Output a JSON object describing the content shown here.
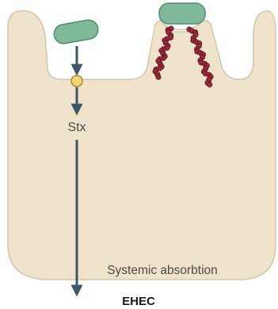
{
  "diagram": {
    "labels": {
      "toxin": "Stx",
      "absorption": "Systemic absorbtion",
      "title": "EHEC"
    },
    "colors": {
      "cell_fill": "#f0e3cc",
      "cell_stroke": "#d3c6ad",
      "bacterium_fill": "#7fb99a",
      "bacterium_stroke": "#4f8e6c",
      "actin_fill": "#9a2a3a",
      "actin_stroke": "#5e1622",
      "arrow": "#3f5666",
      "receptor_fill": "#f6d27a",
      "receptor_stroke": "#b08a33"
    }
  }
}
